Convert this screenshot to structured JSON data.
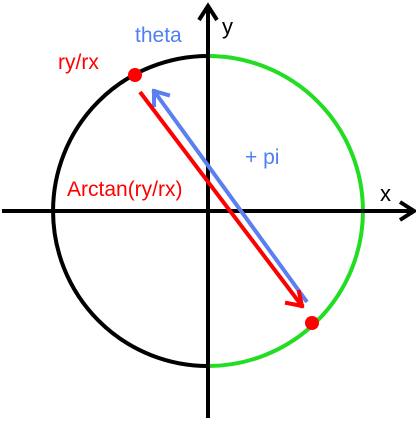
{
  "axes": {
    "x_label": "x",
    "y_label": "y"
  },
  "labels": {
    "theta": "theta",
    "point": "ry/rx",
    "plus_pi": "+ pi",
    "arctan": "Arctan(ry/rx)"
  },
  "colors": {
    "axis": "#000000",
    "circle_left": "#000000",
    "circle_right": "#22dd22",
    "point": "#ff0000",
    "red_arrow": "#ff0000",
    "blue_arrow": "#5b7ff0",
    "theta_text": "#4f7ff0",
    "red_text": "#ff0000"
  }
}
